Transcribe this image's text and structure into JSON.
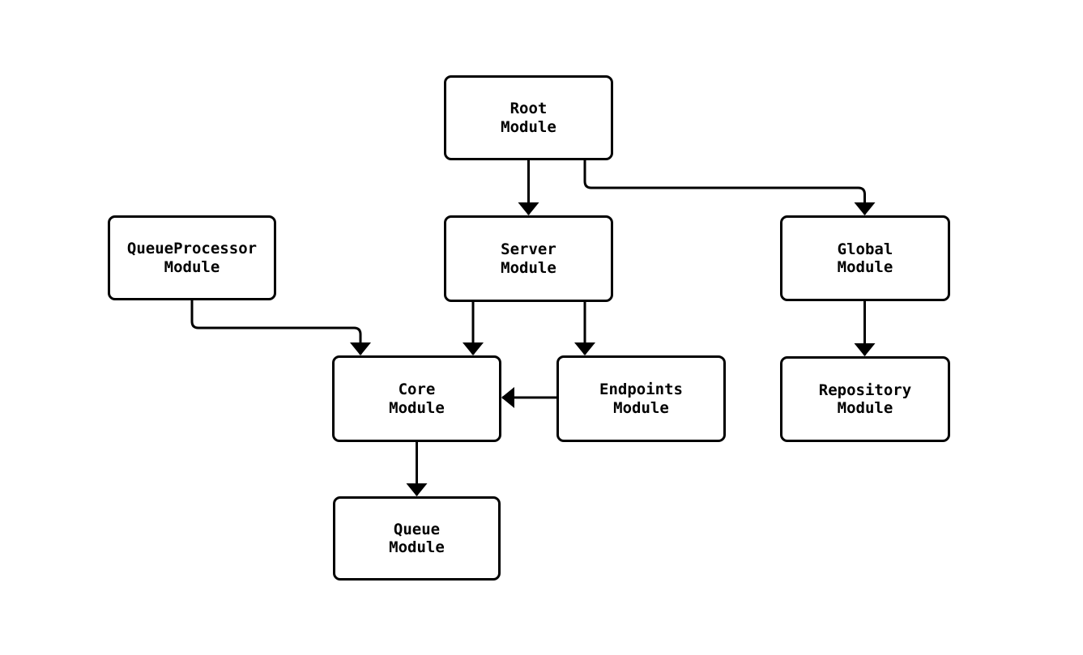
{
  "diagram": {
    "kind": "module-dependency-flowchart",
    "background_color": "#ffffff",
    "node_fill_color": "#ffffff",
    "node_border_color": "#000000",
    "edge_color": "#000000",
    "text_color": "#000000",
    "nodes": [
      {
        "id": "root",
        "line1": "Root",
        "line2": "Module"
      },
      {
        "id": "queue-processor",
        "line1": "QueueProcessor",
        "line2": "Module"
      },
      {
        "id": "server",
        "line1": "Server",
        "line2": "Module"
      },
      {
        "id": "global",
        "line1": "Global",
        "line2": "Module"
      },
      {
        "id": "core",
        "line1": "Core",
        "line2": "Module"
      },
      {
        "id": "endpoints",
        "line1": "Endpoints",
        "line2": "Module"
      },
      {
        "id": "repository",
        "line1": "Repository",
        "line2": "Module"
      },
      {
        "id": "queue",
        "line1": "Queue",
        "line2": "Module"
      }
    ],
    "edges": [
      {
        "from": "root",
        "to": "server"
      },
      {
        "from": "root",
        "to": "global"
      },
      {
        "from": "queue-processor",
        "to": "core"
      },
      {
        "from": "server",
        "to": "core"
      },
      {
        "from": "server",
        "to": "endpoints"
      },
      {
        "from": "endpoints",
        "to": "core"
      },
      {
        "from": "global",
        "to": "repository"
      },
      {
        "from": "core",
        "to": "queue"
      }
    ]
  }
}
